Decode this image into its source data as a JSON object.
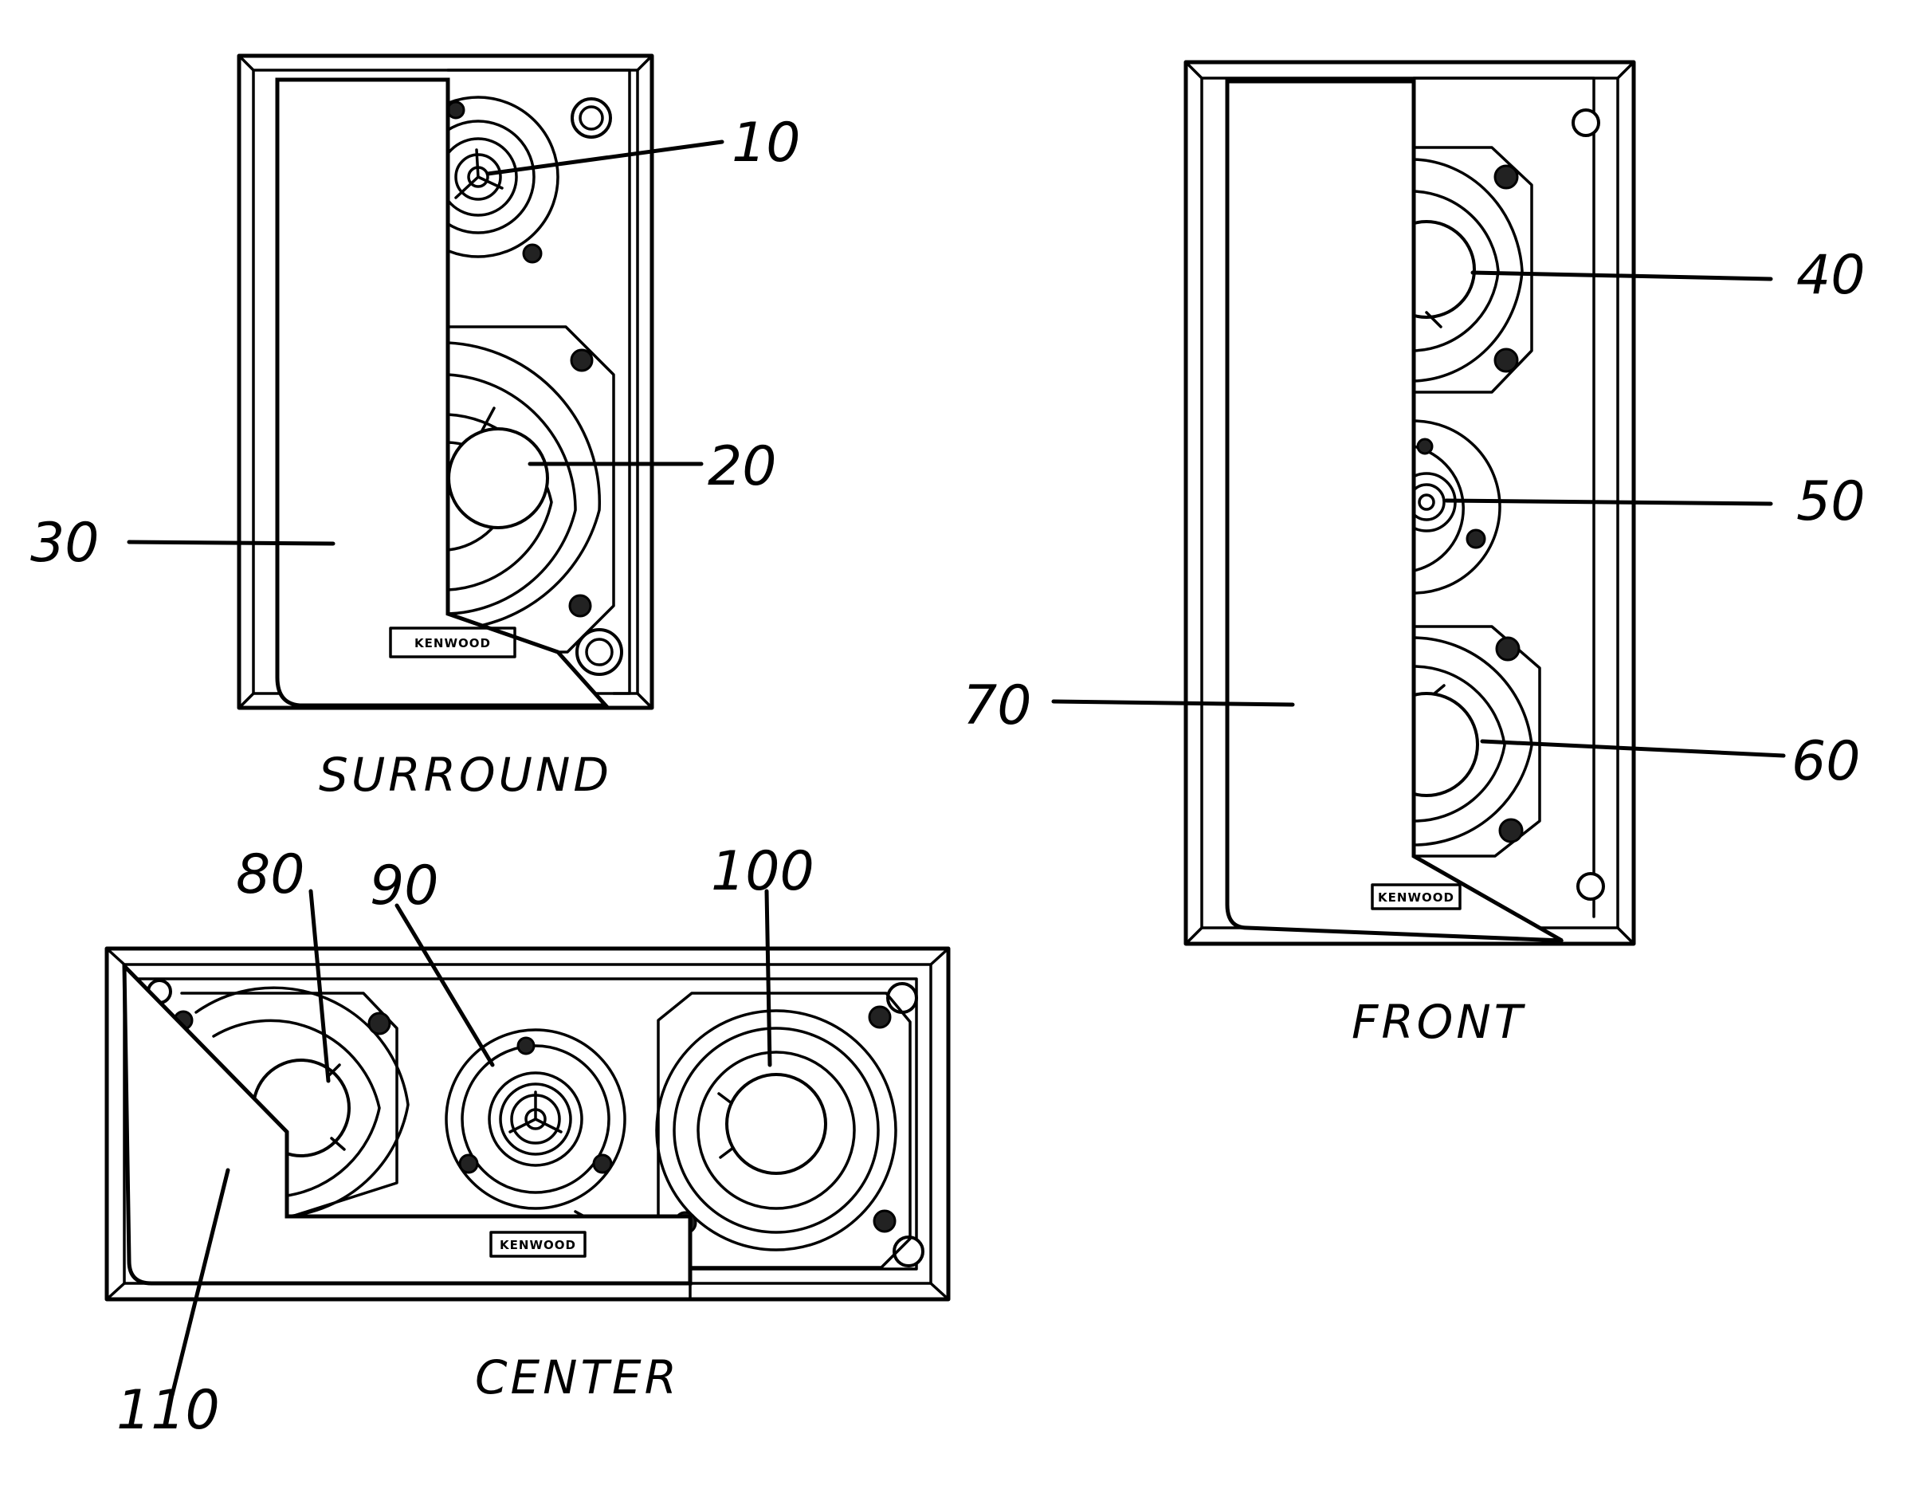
{
  "speakers": {
    "surround": {
      "caption": "SURROUND",
      "brand": "KENWOOD",
      "refs": {
        "tweeter": "10",
        "woofer": "20",
        "grille": "30"
      }
    },
    "front": {
      "caption": "FRONT",
      "brand": "KENWOOD",
      "refs": {
        "upper_driver": "40",
        "tweeter": "50",
        "lower_driver": "60",
        "grille": "70"
      }
    },
    "center": {
      "caption": "CENTER",
      "brand": "KENWOOD",
      "refs": {
        "left_driver": "80",
        "tweeter": "90",
        "right_driver": "100",
        "grille": "110"
      }
    }
  }
}
